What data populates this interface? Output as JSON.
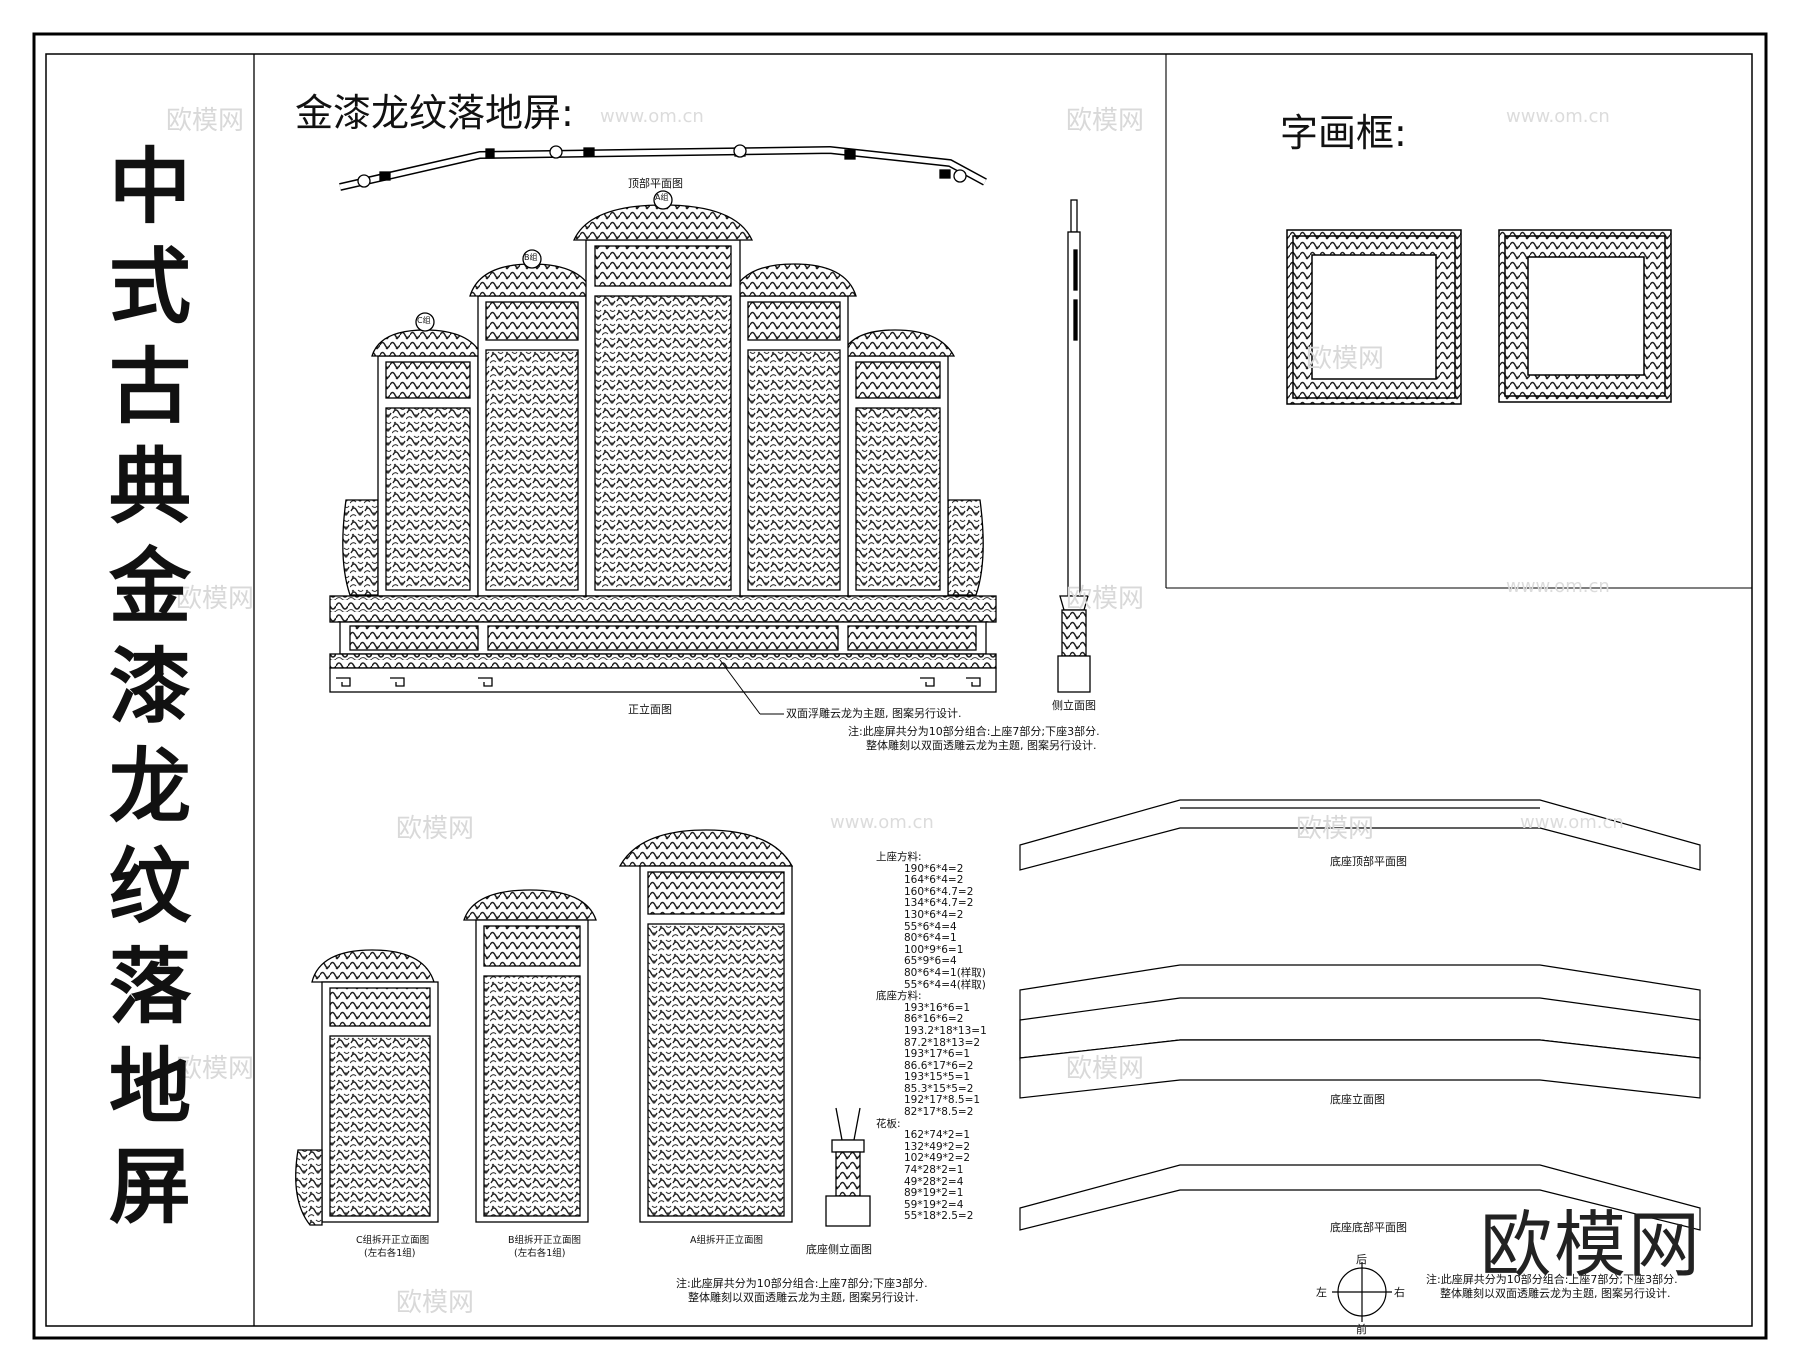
{
  "title_vertical": "中式古典金漆龙纹落地屏",
  "section_screen_title": "金漆龙纹落地屏:",
  "section_frame_title": "字画框:",
  "labels": {
    "top_plan": "顶部平面图",
    "front_elevation": "正立面图",
    "side_elevation": "侧立面图",
    "carving_note": "双面浮雕云龙为主题, 图案另行设计.",
    "group_a": "A组",
    "group_b": "B组",
    "group_c": "C组",
    "c_group_detail": "C组拆开正立面图",
    "c_group_detail_sub": "(左右各1组)",
    "b_group_detail": "B组拆开正立面图",
    "b_group_detail_sub": "(左右各1组)",
    "a_group_detail": "A组拆开正立面图",
    "base_side_elevation": "底座侧立面图",
    "base_top_plan": "底座顶部平面图",
    "base_elevation": "底座立面图",
    "base_bottom_plan": "底座底部平面图"
  },
  "notes": {
    "note1_line1": "注:此座屏共分为10部分组合:上座7部分;下座3部分.",
    "note1_line2": "整体雕刻以双面透雕云龙为主题, 图案另行设计.",
    "note2_line1": "注:此座屏共分为10部分组合:上座7部分;下座3部分.",
    "note2_line2": "整体雕刻以双面透雕云龙为主题, 图案另行设计.",
    "note3_line1": "注:此座屏共分为10部分组合:上座7部分;下座3部分.",
    "note3_line2": "整体雕刻以双面透雕云龙为主题, 图案另行设计."
  },
  "materials": [
    {
      "heading": "上座方料:",
      "items": [
        "190*6*4=2",
        "164*6*4=2",
        "160*6*4.7=2",
        "134*6*4.7=2",
        "130*6*4=2",
        "55*6*4=4",
        "80*6*4=1",
        "100*9*6=1",
        "65*9*6=4",
        "80*6*4=1(样取)",
        "55*6*4=4(样取)"
      ]
    },
    {
      "heading": "底座方料:",
      "items": [
        "193*16*6=1",
        "86*16*6=2",
        "193.2*18*13=1",
        "87.2*18*13=2",
        "193*17*6=1",
        "86.6*17*6=2",
        "193*15*5=1",
        "85.3*15*5=2",
        "192*17*8.5=1",
        "82*17*8.5=2"
      ]
    },
    {
      "heading": "花板:",
      "items": [
        "162*74*2=1",
        "132*49*2=2",
        "102*49*2=2",
        "74*28*2=1",
        "49*28*2=4",
        "89*19*2=1",
        "59*19*2=4",
        "55*18*2.5=2"
      ]
    }
  ],
  "compass": {
    "north": "后",
    "south": "前",
    "west": "左",
    "east": "右"
  },
  "watermarks": {
    "text": "欧模网",
    "url": "www.om.cn",
    "brand": "欧模网"
  }
}
